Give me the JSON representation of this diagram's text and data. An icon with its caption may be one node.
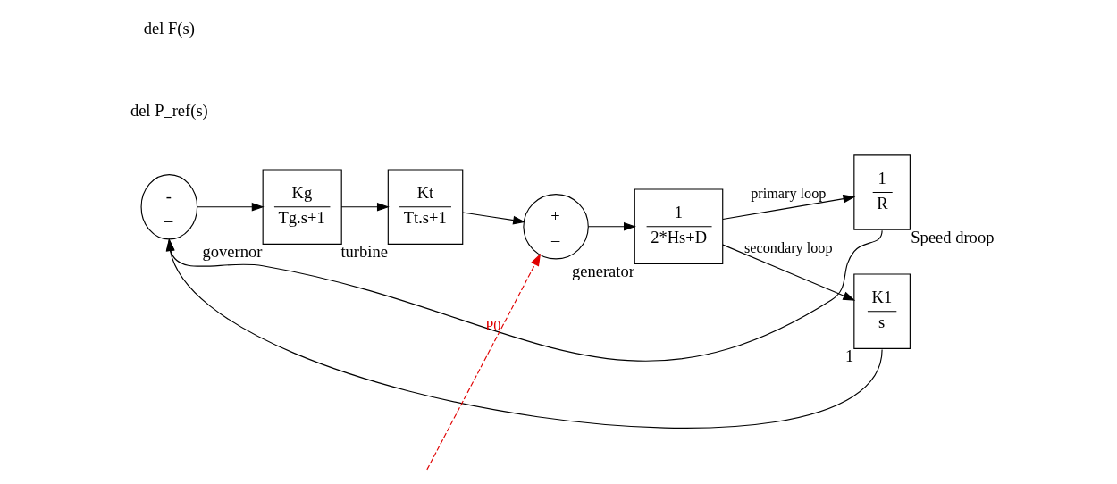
{
  "diagram": {
    "nodes": [
      {
        "text": [
          "-",
          "_"
        ]
      },
      {
        "text": [
          "Kg",
          "Tg.s+1"
        ],
        "beside": [
          "governor"
        ]
      },
      {
        "text": [
          "Kt",
          "Tt.s+1"
        ],
        "beside": [
          "turbine"
        ]
      },
      {
        "text": [
          "+",
          "_"
        ]
      },
      {
        "text": [
          "1",
          "2*Hs+D"
        ],
        "beside": [
          "generator"
        ]
      },
      {
        "text": [
          "1",
          "R"
        ],
        "beside": [
          "Speed droop"
        ]
      },
      {
        "text": [
          "K1",
          "s"
        ],
        "beside": [
          "1"
        ]
      }
    ],
    "edges": [
      {
        "from": 0,
        "to": 1,
        "arrow": "to"
      },
      {
        "from": 1,
        "to": 2,
        "arrow": "to"
      },
      {
        "from": 2,
        "to": 3,
        "arrow": "to"
      },
      {
        "from": 3,
        "to": 4,
        "arrow": "to"
      },
      {
        "from": 4,
        "to": 5,
        "arrow": "to",
        "label": "primary loop"
      },
      {
        "from": 4,
        "to": 6,
        "arrow": "to",
        "label": "secondary loop"
      },
      {
        "from": 5,
        "to": 0,
        "arrow": "to"
      },
      {
        "from": 6,
        "to": 0,
        "arrow": "to"
      },
      {
        "from": null,
        "to": 3,
        "arrow": "to",
        "style": "dashed",
        "color": "#e00000",
        "label": "P0"
      }
    ],
    "labels": [
      "del P_ref(s)",
      "del F(s)"
    ]
  }
}
